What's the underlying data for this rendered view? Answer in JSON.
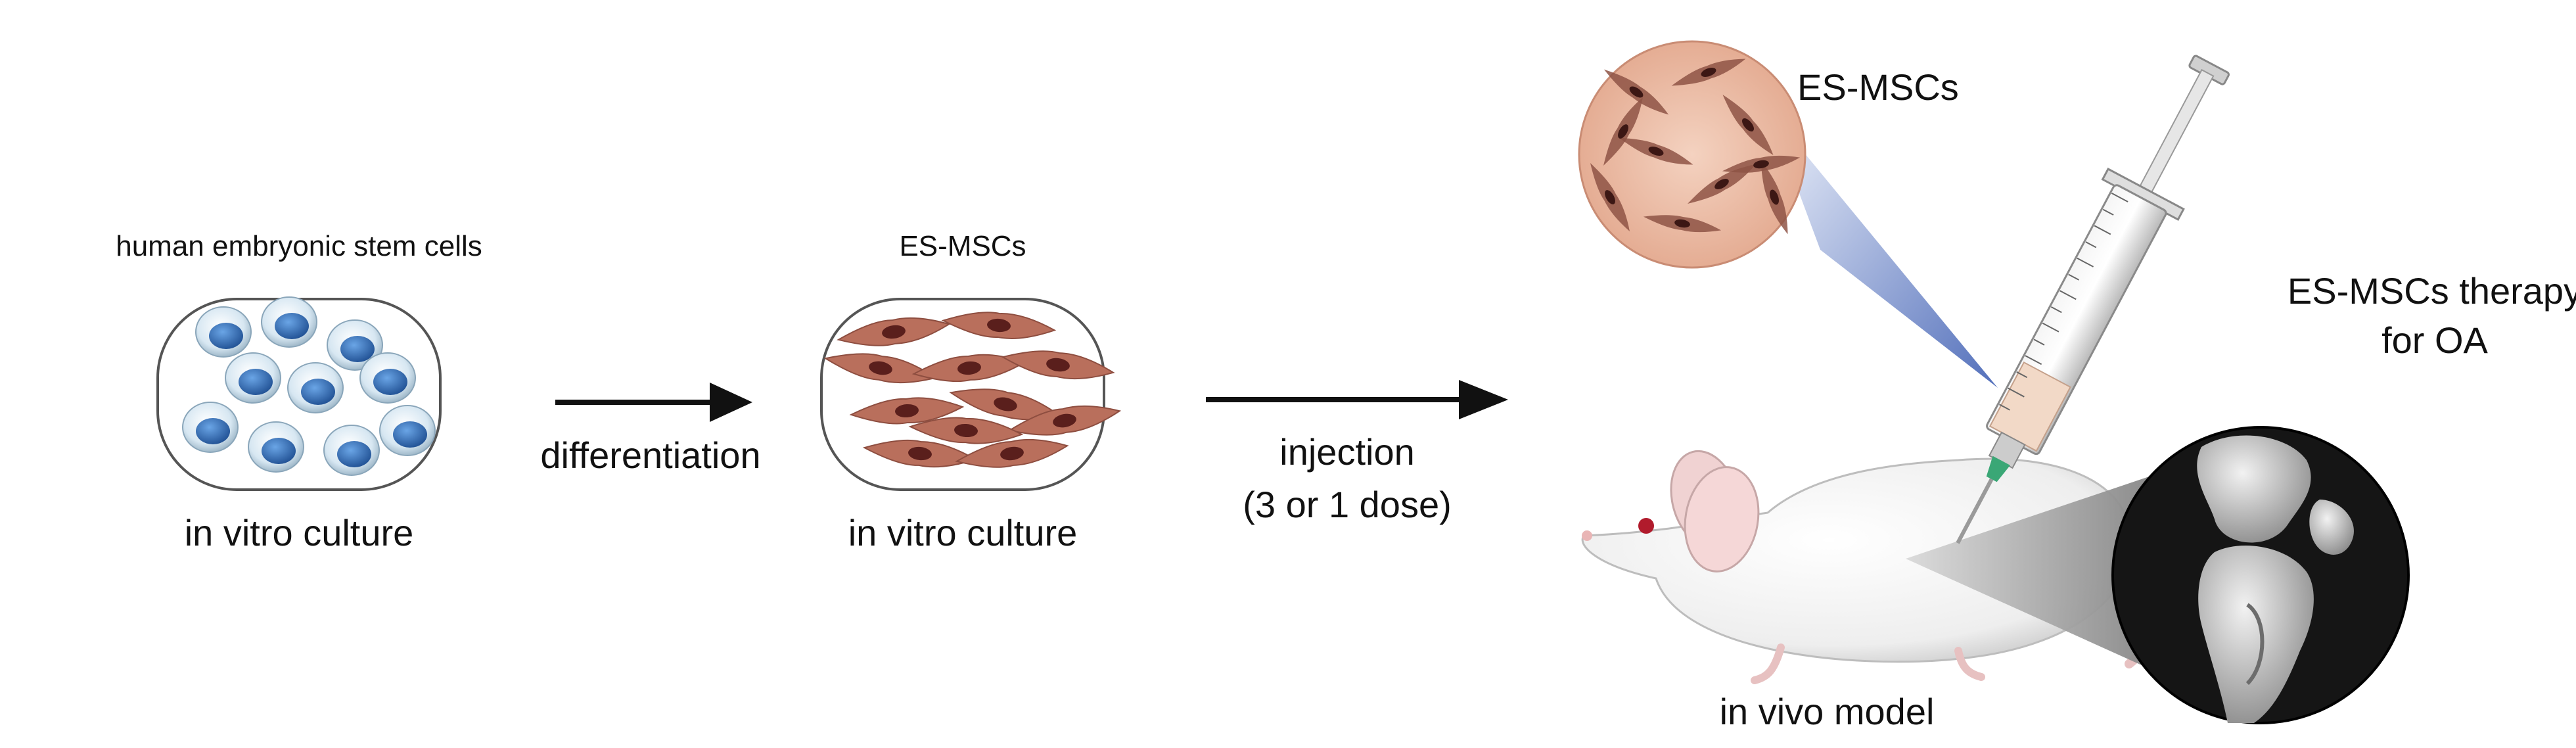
{
  "stage1": {
    "title": "human embryonic stem cells",
    "caption": "in vitro culture"
  },
  "arrow1": {
    "label": "differentiation"
  },
  "stage2": {
    "title": "ES-MSCs",
    "caption": "in vitro culture"
  },
  "arrow2": {
    "label_line1": "injection",
    "label_line2": "(3 or 1 dose)"
  },
  "stage3": {
    "magnified_label": "ES-MSCs",
    "therapy_line1": "ES-MSCs therapy",
    "therapy_line2": "for OA",
    "caption": "in vivo model"
  },
  "colors": {
    "stem_cell_nucleus": "#2f6db5",
    "stem_cell_membrane": "#d7e7f2",
    "msc_cell": "#b96f5c",
    "msc_nucleus": "#5a1f1c",
    "magnifier_cone": "#3f5fb3",
    "xray_cone": "#8c8c8c",
    "arrow": "#111111"
  }
}
